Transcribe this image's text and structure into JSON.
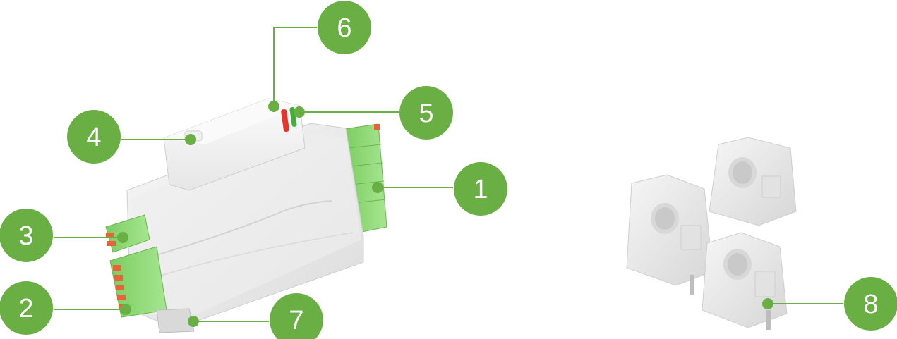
{
  "colors": {
    "accent": "#6aaf44",
    "device_body": "#ebebeb",
    "connector": "#8fd878",
    "terminal": "#e8623a",
    "led_red": "#e8352b",
    "led_green": "#3fae3a",
    "sensor_body": "#e8e8e8"
  },
  "callouts": [
    {
      "number": "1",
      "part": "right-terminal-block"
    },
    {
      "number": "2",
      "part": "lower-left-terminal-block"
    },
    {
      "number": "3",
      "part": "upper-left-terminal-block"
    },
    {
      "number": "4",
      "part": "top-button"
    },
    {
      "number": "5",
      "part": "green-led"
    },
    {
      "number": "6",
      "part": "red-led"
    },
    {
      "number": "7",
      "part": "din-rail-clip"
    },
    {
      "number": "8",
      "part": "current-transformer-lead"
    }
  ]
}
